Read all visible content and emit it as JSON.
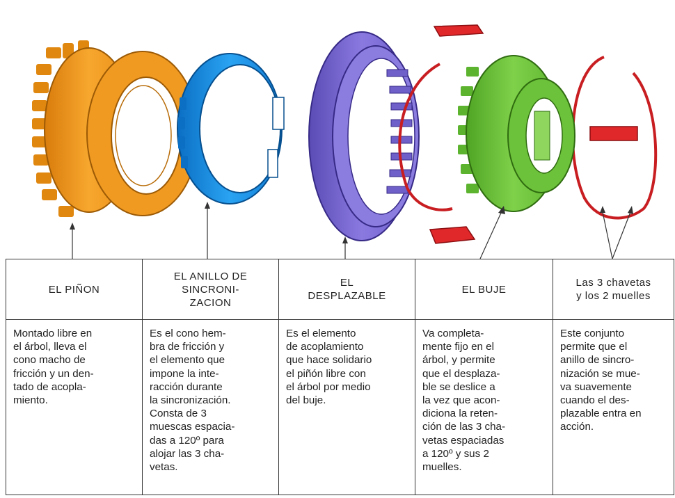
{
  "parts": [
    {
      "id": "pinon",
      "title": "EL PIÑON",
      "description": "Montado libre en\nel árbol, lleva el\ncono macho de\nfricción y un den-\ntado de acopla-\nmiento.",
      "color": "#f29a1f"
    },
    {
      "id": "anillo",
      "title": "EL ANILLO DE\nSINCRONI-\nZACION",
      "description": "Es el cono hem-\nbra de fricción y\nel elemento que\nimpone la inte-\nracción durante\nla sincronización.\nConsta de 3\nmuescas espacia-\ndas a 120º para\nalojar las 3 cha-\nvetas.",
      "color": "#1e8de0"
    },
    {
      "id": "desplazable",
      "title": "EL\nDESPLAZABLE",
      "description": "Es el elemento\nde acoplamiento\nque hace solidario\nel piñón libre con\nel árbol por medio\ndel buje.",
      "color": "#7c6ad0"
    },
    {
      "id": "buje",
      "title": "EL BUJE",
      "description": "Va completa-\nmente fijo en el\nárbol, y permite\nque el desplaza-\nble se deslice a\nla vez que acon-\ndiciona la reten-\nción de las 3 cha-\nvetas espaciadas\na 120º y sus 2\nmuelles.",
      "color": "#6cc23a"
    },
    {
      "id": "chavetas",
      "title": "Las 3 chavetas\ny los 2 muelles",
      "description": "Este conjunto\npermite que el\nanillo de sincro-\nnización se mue-\nva suavemente\ncuando el des-\nplazable entra en\nacción.",
      "color": "#e0282a"
    }
  ]
}
